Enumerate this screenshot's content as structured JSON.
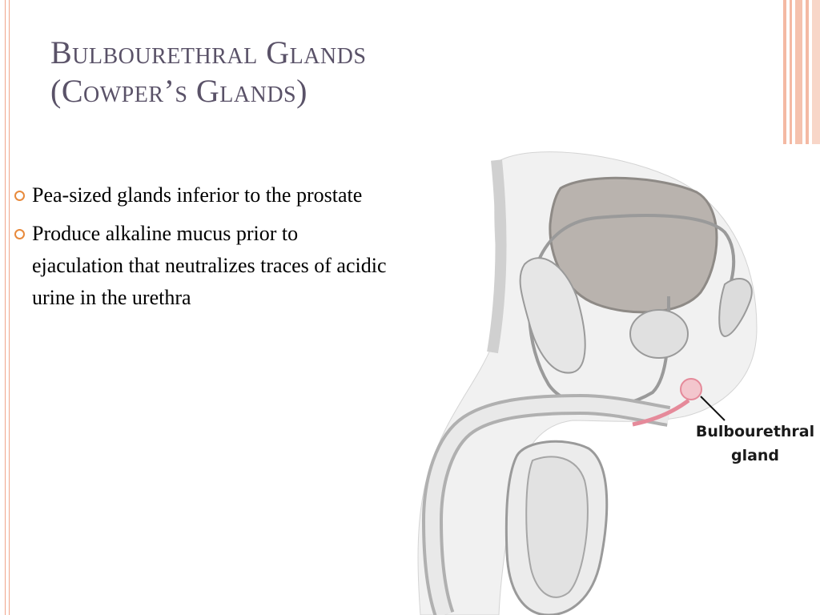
{
  "slide": {
    "title_line1": "Bulbourethral Glands",
    "title_line2": "(Cowper’s Glands)",
    "bullets": [
      "Pea-sized glands inferior to the prostate",
      "Produce alkaline mucus prior to ejaculation that neutralizes traces of acidic urine in the urethra"
    ],
    "figure": {
      "label_line1": "Bulbourethral",
      "label_line2": "gland"
    }
  },
  "colors": {
    "title": "#5a5268",
    "accent_rule": "#f0a58a",
    "bullet": "#e88a3c",
    "gland_highlight": "#e58a9a"
  }
}
